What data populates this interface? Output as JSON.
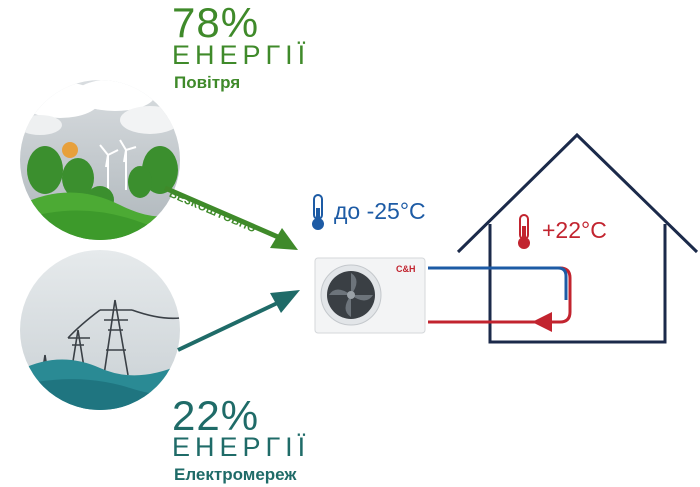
{
  "air": {
    "percent": "78%",
    "label": "ЕНЕРГІЇ",
    "source": "Повітря",
    "arrow_label": "БЕЗКОШТОВНО",
    "color": "#3f8a2a"
  },
  "grid": {
    "percent": "22%",
    "label": "ЕНЕРГІЇ",
    "source": "Електромереж",
    "color": "#1f6b68"
  },
  "outdoor_temp": "до -25°C",
  "indoor_temp": "+22°C",
  "unit_logo": "C&H",
  "colors": {
    "house_outline": "#1b2a4a",
    "pipe_cold": "#1d5ba5",
    "pipe_hot": "#c2242f",
    "water": "#2a8a94"
  }
}
